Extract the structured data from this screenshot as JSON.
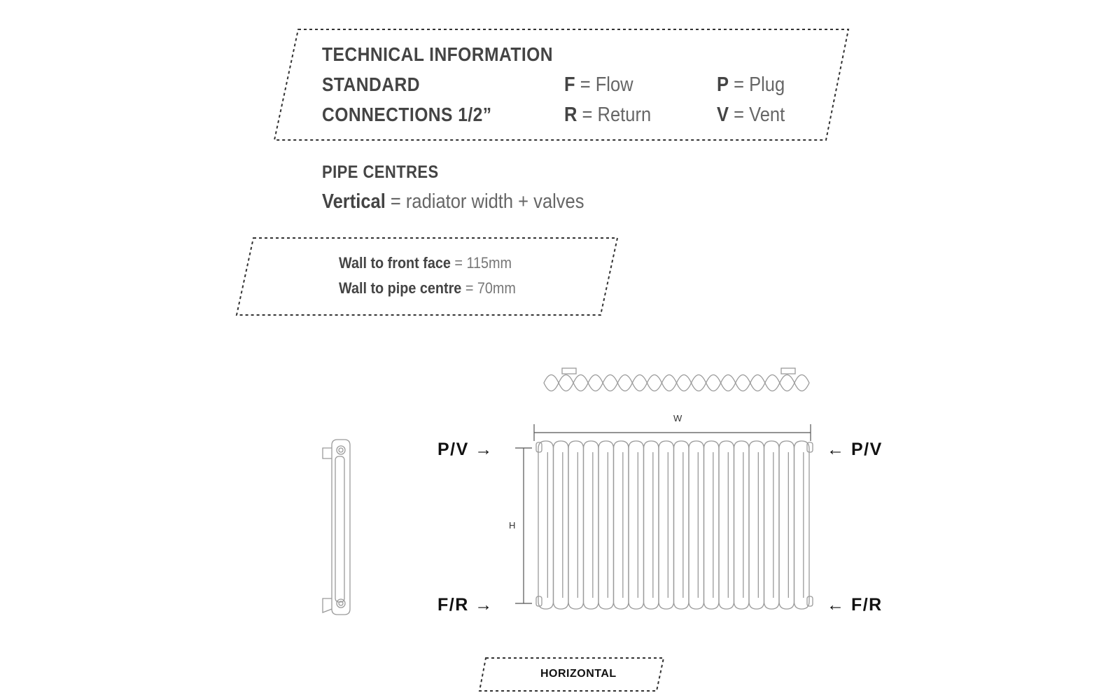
{
  "tech_box": {
    "title": "TECHNICAL INFORMATION",
    "standard": "STANDARD",
    "connections": "CONNECTIONS 1/2”",
    "legend": [
      {
        "key": "F",
        "sep": "=",
        "value": "Flow"
      },
      {
        "key": "R",
        "sep": "=",
        "value": "Return"
      },
      {
        "key": "P",
        "sep": "=",
        "value": "Plug"
      },
      {
        "key": "V",
        "sep": "=",
        "value": "Vent"
      }
    ]
  },
  "pipe_centres": {
    "title": "PIPE CENTRES",
    "key": "Vertical",
    "sep": "=",
    "value": "radiator width + valves"
  },
  "wall_box": {
    "line1_key": "Wall to front face",
    "line1_sep": "=",
    "line1_value": "115mm",
    "line2_key": "Wall to pipe centre",
    "line2_sep": "=",
    "line2_value": "70mm"
  },
  "diagram": {
    "width_label": "W",
    "height_label": "H",
    "column_count": 18,
    "connections": {
      "top_left": "P/V →",
      "top_right": "← P/V",
      "bottom_left": "F/R →",
      "bottom_right": "← F/R"
    }
  },
  "orientation_label": "HORIZONTAL",
  "colors": {
    "text": "#4a4a4a",
    "line": "#333333",
    "drawing": "#9a9a9a"
  }
}
